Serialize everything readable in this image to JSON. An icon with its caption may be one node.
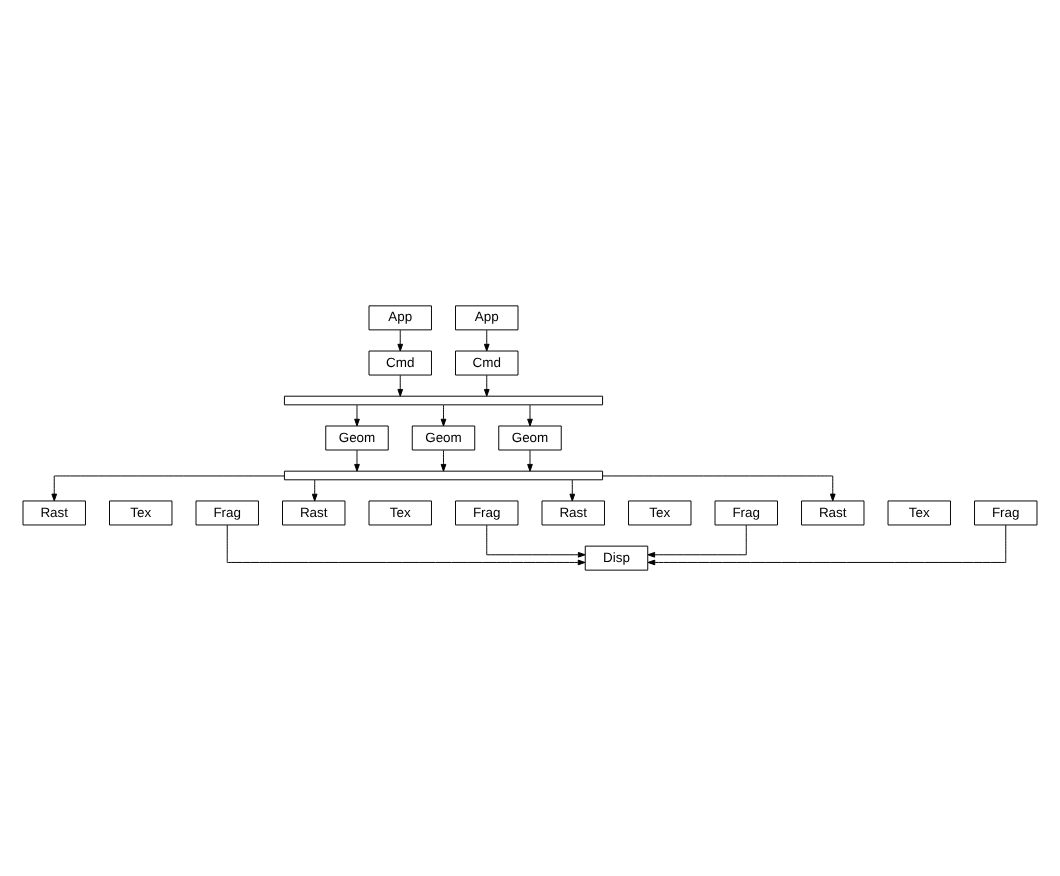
{
  "diagram": {
    "nodes": [
      {
        "text": [
          "App"
        ]
      },
      {
        "text": [
          "App"
        ]
      },
      {
        "text": [
          "Cmd"
        ]
      },
      {
        "text": [
          "Cmd"
        ]
      },
      {
        "text": [],
        "shape": "bar"
      },
      {
        "text": [
          "Geom"
        ]
      },
      {
        "text": [
          "Geom"
        ]
      },
      {
        "text": [
          "Geom"
        ]
      },
      {
        "text": [],
        "shape": "bar"
      },
      {
        "text": [
          "Rast"
        ]
      },
      {
        "text": [
          "Rast"
        ]
      },
      {
        "text": [
          "Rast"
        ]
      },
      {
        "text": [
          "Rast"
        ]
      },
      {
        "text": [
          "Tex"
        ]
      },
      {
        "text": [
          "Tex"
        ]
      },
      {
        "text": [
          "Tex"
        ]
      },
      {
        "text": [
          "Tex"
        ]
      },
      {
        "text": [
          "Frag"
        ]
      },
      {
        "text": [
          "Frag"
        ]
      },
      {
        "text": [
          "Frag"
        ]
      },
      {
        "text": [
          "Frag"
        ]
      },
      {
        "text": [
          "Disp"
        ]
      }
    ],
    "edges": [
      {
        "from": 0,
        "to": 2,
        "arrow": "to"
      },
      {
        "from": 1,
        "to": 3,
        "arrow": "to"
      },
      {
        "from": 2,
        "to": 4,
        "arrow": "to"
      },
      {
        "from": 3,
        "to": 4,
        "arrow": "to"
      },
      {
        "from": 4,
        "to": 5,
        "arrow": "to"
      },
      {
        "from": 4,
        "to": 6,
        "arrow": "to"
      },
      {
        "from": 4,
        "to": 7,
        "arrow": "to"
      },
      {
        "from": 5,
        "to": 8,
        "arrow": "to"
      },
      {
        "from": 6,
        "to": 8,
        "arrow": "to"
      },
      {
        "from": 7,
        "to": 8,
        "arrow": "to"
      },
      {
        "from": 8,
        "to": 9,
        "arrow": "to"
      },
      {
        "from": 8,
        "to": 10,
        "arrow": "to"
      },
      {
        "from": 8,
        "to": 11,
        "arrow": "to"
      },
      {
        "from": 8,
        "to": 12,
        "arrow": "to"
      },
      {
        "from": 17,
        "to": 21,
        "arrow": "to"
      },
      {
        "from": 18,
        "to": 21,
        "arrow": "to"
      },
      {
        "from": 19,
        "to": 21,
        "arrow": "to"
      },
      {
        "from": 20,
        "to": 21,
        "arrow": "to"
      }
    ]
  }
}
